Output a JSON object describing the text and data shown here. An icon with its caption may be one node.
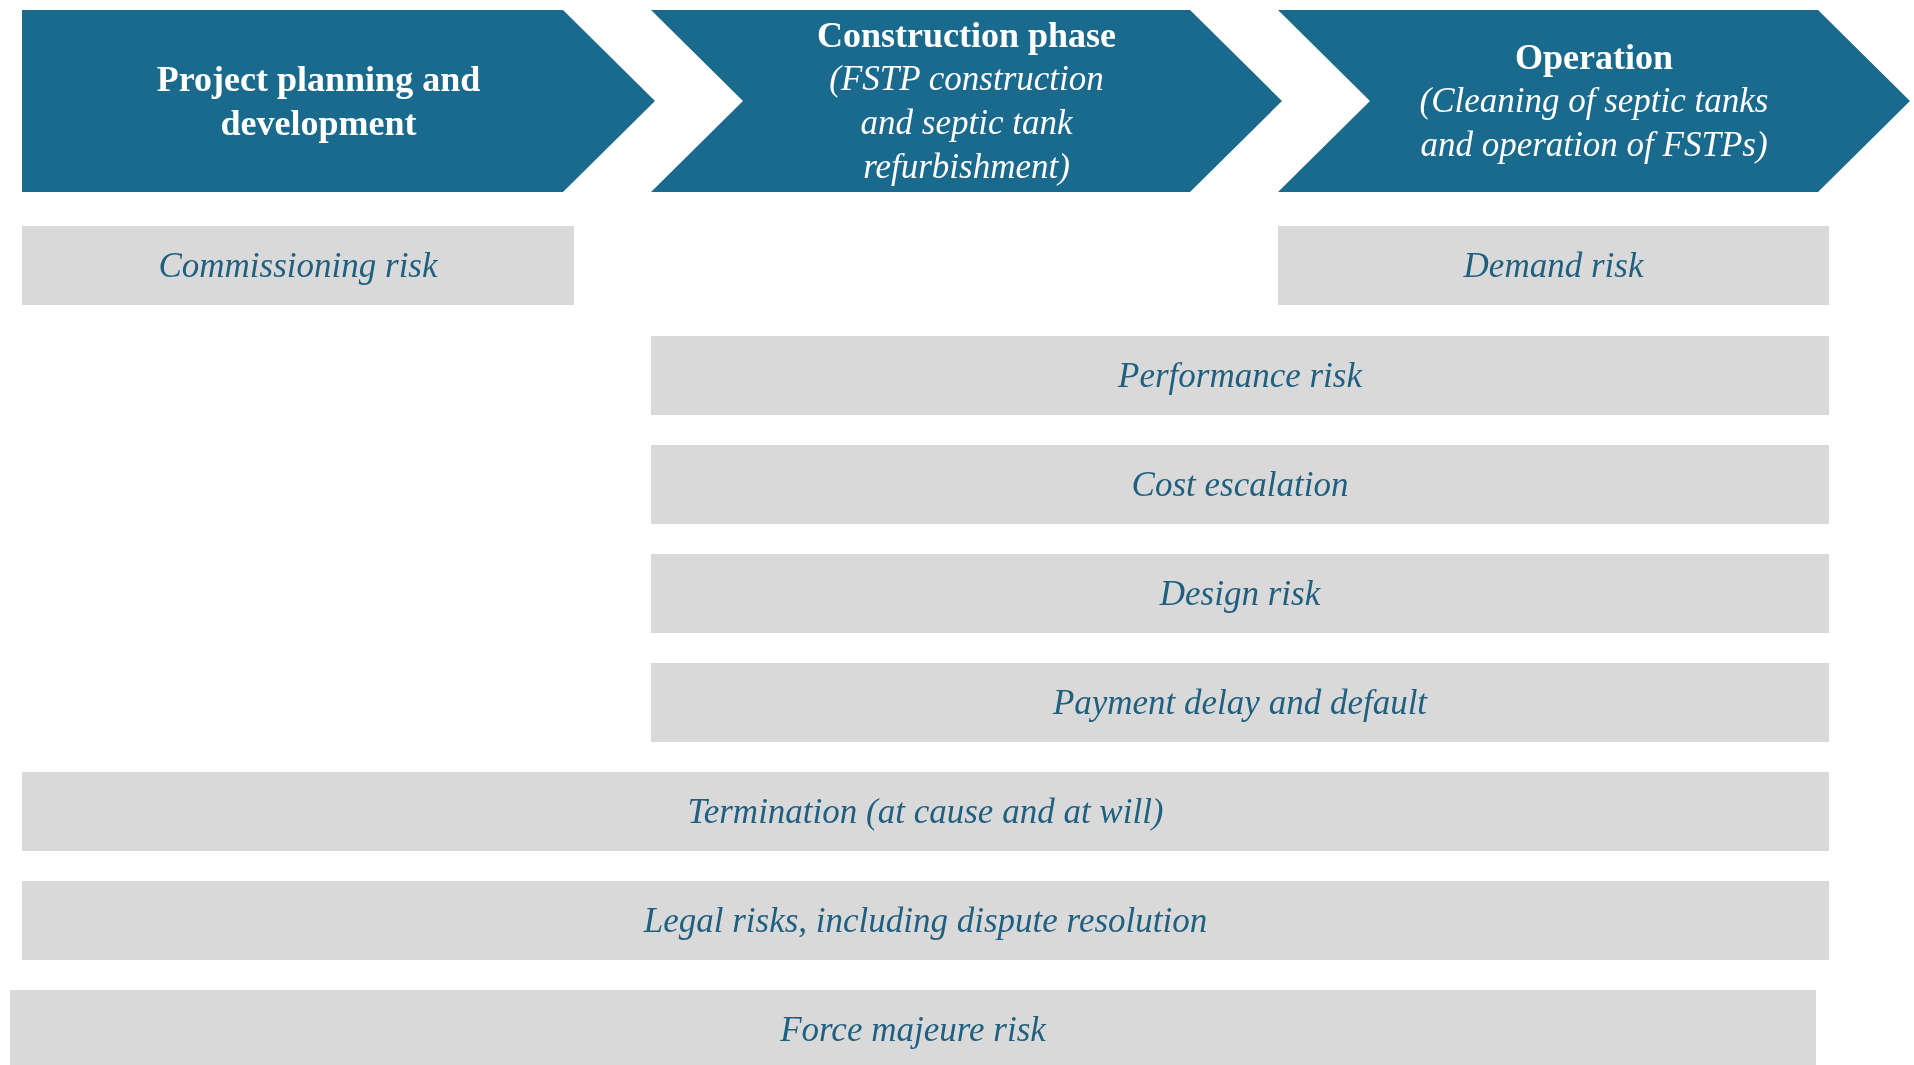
{
  "diagram": {
    "nodes": [
      {
        "text": [
          "Project planning and development"
        ]
      },
      {
        "text": [
          "Construction phase",
          "(FSTP construction and septic tank refurbishment)"
        ]
      },
      {
        "text": [
          "Operation",
          "(Cleaning of septic tanks and operation of FSTPs)"
        ]
      },
      {
        "text": [
          "Commissioning risk"
        ]
      },
      {
        "text": [
          "Demand risk"
        ]
      },
      {
        "text": [
          "Performance risk"
        ]
      },
      {
        "text": [
          "Cost escalation"
        ]
      },
      {
        "text": [
          "Design risk"
        ]
      },
      {
        "text": [
          "Payment delay and default"
        ]
      },
      {
        "text": [
          "Termination (at cause and at will)"
        ]
      },
      {
        "text": [
          "Legal risks, including dispute resolution"
        ]
      },
      {
        "text": [
          "Force majeure risk"
        ]
      }
    ]
  }
}
